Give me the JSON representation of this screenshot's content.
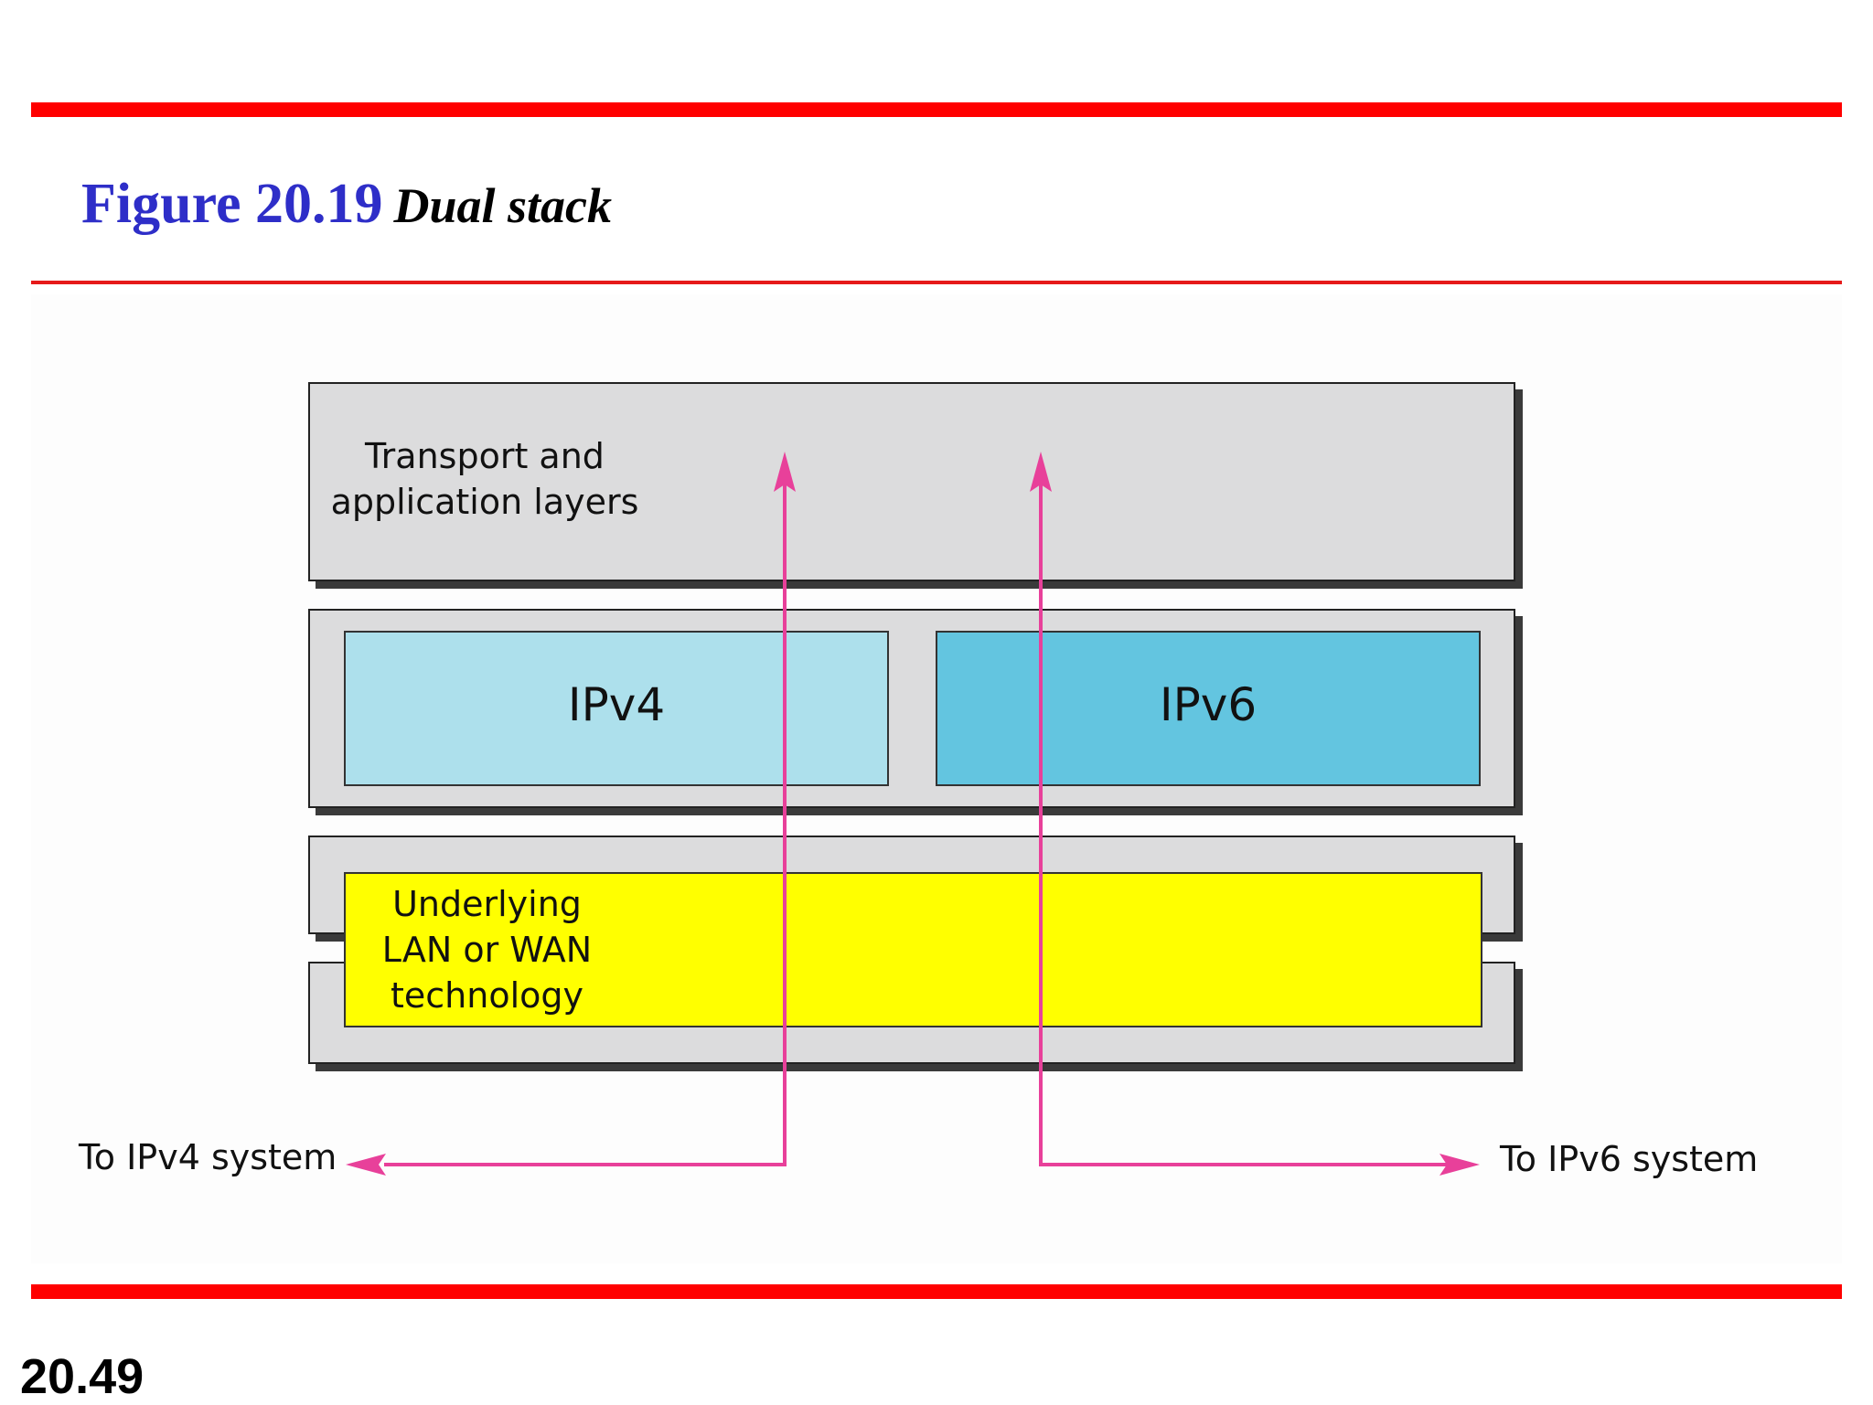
{
  "slide": {
    "figure_number": "Figure 20.19",
    "figure_caption": "Dual stack",
    "page_number": "20.49"
  },
  "diagram": {
    "transport_label_line1": "Transport and",
    "transport_label_line2": "application layers",
    "ipv4_label": "IPv4",
    "ipv6_label": "IPv6",
    "underlying_line1": "Underlying",
    "underlying_line2": "LAN or WAN",
    "underlying_line3": "technology",
    "to_ipv4_label": "To IPv4 system",
    "to_ipv6_label": "To IPv6 system"
  },
  "colors": {
    "rule": "#ff0000",
    "figure_number": "#2e2ec8",
    "layer_gray": "#dcdcdd",
    "ipv4_box": "#ade0ec",
    "ipv6_box": "#63c5e0",
    "underlying_box": "#ffff00",
    "arrow": "#e8409a"
  }
}
